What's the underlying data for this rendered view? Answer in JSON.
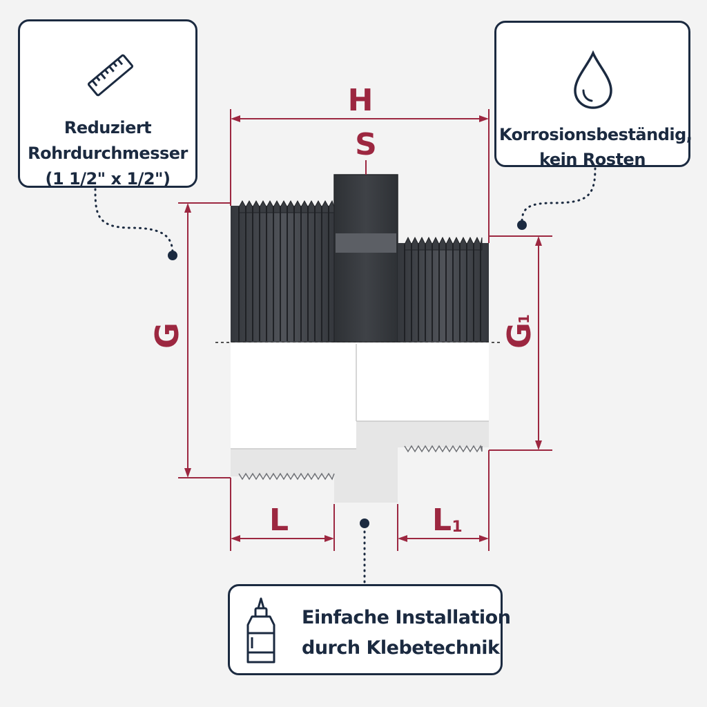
{
  "colors": {
    "accent": "#9c2740",
    "navy": "#1b2a40",
    "fitting_dark": "#3d4046",
    "fitting_section": "#ffffff",
    "background": "#f3f3f3"
  },
  "dimensions": {
    "H": "H",
    "S": "S",
    "G": "G",
    "G1": "G",
    "G1_sub": "1",
    "L": "L",
    "L1": "L",
    "L1_sub": "1"
  },
  "callouts": {
    "left": {
      "icon": "ruler-icon",
      "lines": [
        "Reduziert",
        "Rohrdurchmesser",
        "(1 1/2\" x 1/2\")"
      ]
    },
    "right": {
      "icon": "water-drop-icon",
      "lines": [
        "Korrosionsbeständig,",
        "kein Rosten"
      ]
    },
    "bottom": {
      "icon": "glue-bottle-icon",
      "lines": [
        "Einfache Installation",
        "durch Klebetechnik"
      ]
    }
  }
}
